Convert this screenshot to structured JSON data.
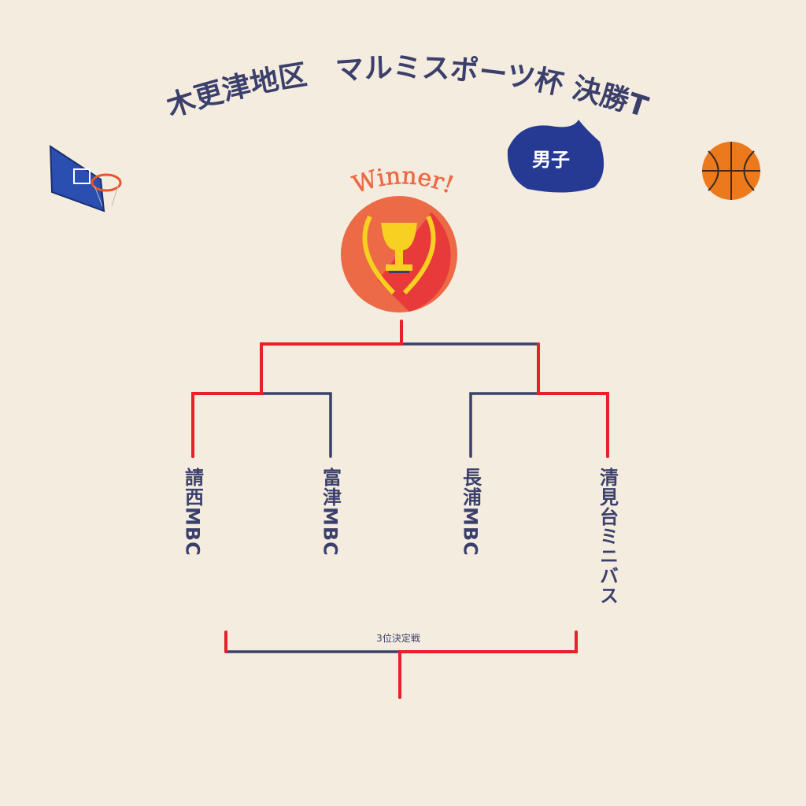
{
  "title": "木更津地区　マルミスポーツ杯 決勝T",
  "category_badge": "男子",
  "winner_label": "Winner!",
  "teams": [
    "請西MBC",
    "富津MBC",
    "長浦MBC",
    "清見台ミニバス"
  ],
  "third_place_label": "3位決定戦",
  "colors": {
    "background": "#f4ecdf",
    "navy": "#3b3f6b",
    "advance_red": "#e8202a",
    "badge_blue": "#263a94",
    "medal_orange": "#ec6a45"
  }
}
